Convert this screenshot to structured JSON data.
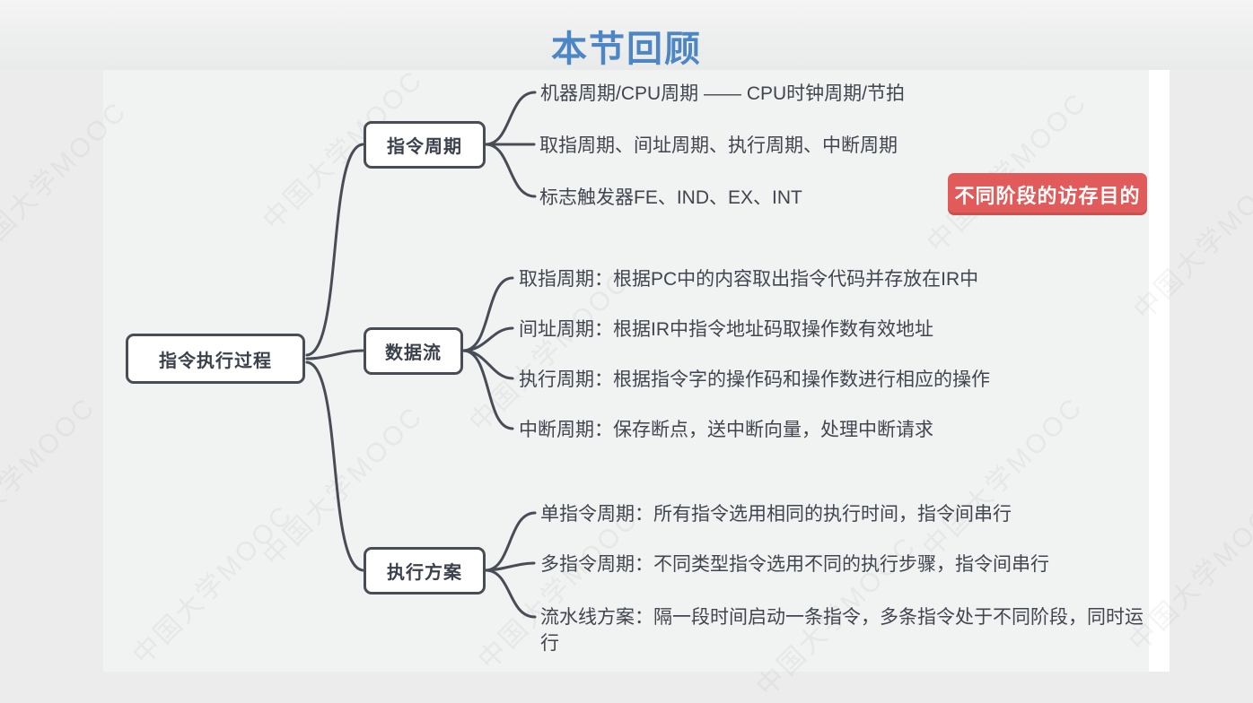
{
  "title": "本节回顾",
  "watermark": "中国大学MOOC",
  "colors": {
    "accent_blue": "#4c86c5",
    "badge_red": "#e25b5b",
    "line_dark": "#474c56",
    "panel_bg": "#f1f2f2",
    "outer_bg": "#ececec"
  },
  "mindmap": {
    "root": "指令执行过程",
    "branches": [
      {
        "label": "指令周期",
        "leaves": [
          "机器周期/CPU周期 —— CPU时钟周期/节拍",
          "取指周期、间址周期、执行周期、中断周期",
          "标志触发器FE、IND、EX、INT"
        ]
      },
      {
        "label": "数据流",
        "leaves": [
          "取指周期：根据PC中的内容取出指令代码并存放在IR中",
          "间址周期：根据IR中指令地址码取操作数有效地址",
          "执行周期：根据指令字的操作码和操作数进行相应的操作",
          "中断周期：保存断点，送中断向量，处理中断请求"
        ]
      },
      {
        "label": "执行方案",
        "leaves": [
          "单指令周期：所有指令选用相同的执行时间，指令间串行",
          "多指令周期：不同类型指令选用不同的执行步骤，指令间串行",
          "流水线方案：隔一段时间启动一条指令，多条指令处于不同阶段，同时运行"
        ]
      }
    ],
    "badge": "不同阶段的访存目的"
  }
}
